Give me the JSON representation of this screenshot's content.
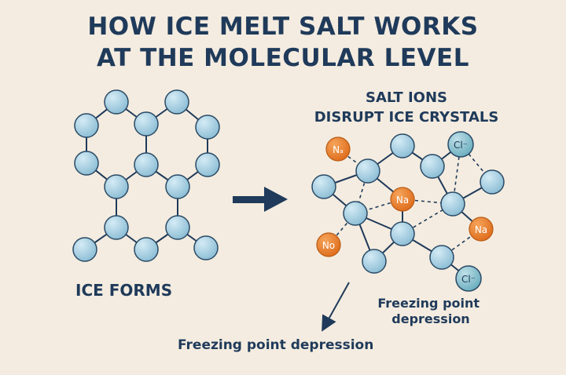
{
  "title": {
    "line1": "HOW ICE MELT SALT WORKS",
    "line2": "AT THE MOLECULAR LEVEL"
  },
  "left_panel": {
    "label": "ICE FORMS"
  },
  "right_panel": {
    "title_line1": "SALT IONS",
    "title_line2": "DISRUPT ICE CRYSTALS",
    "annotation": "Freezing point\ndepression",
    "ions": {
      "na_top_left": "Nₐ",
      "na_center": "Na",
      "na_right": "Na",
      "na_bottom_left": "No",
      "cl_top_right": "Cl⁻",
      "cl_bottom_right": "Cl⁻"
    }
  },
  "footer": {
    "label": "Freezing point depression"
  },
  "colors": {
    "background": "#f4ece0",
    "text": "#1f3a5a",
    "water_molecule": "#a8cde0",
    "sodium_ion": "#e8802c",
    "chloride_ion": "#8ec3cf",
    "arrow": "#1f3a5a"
  }
}
